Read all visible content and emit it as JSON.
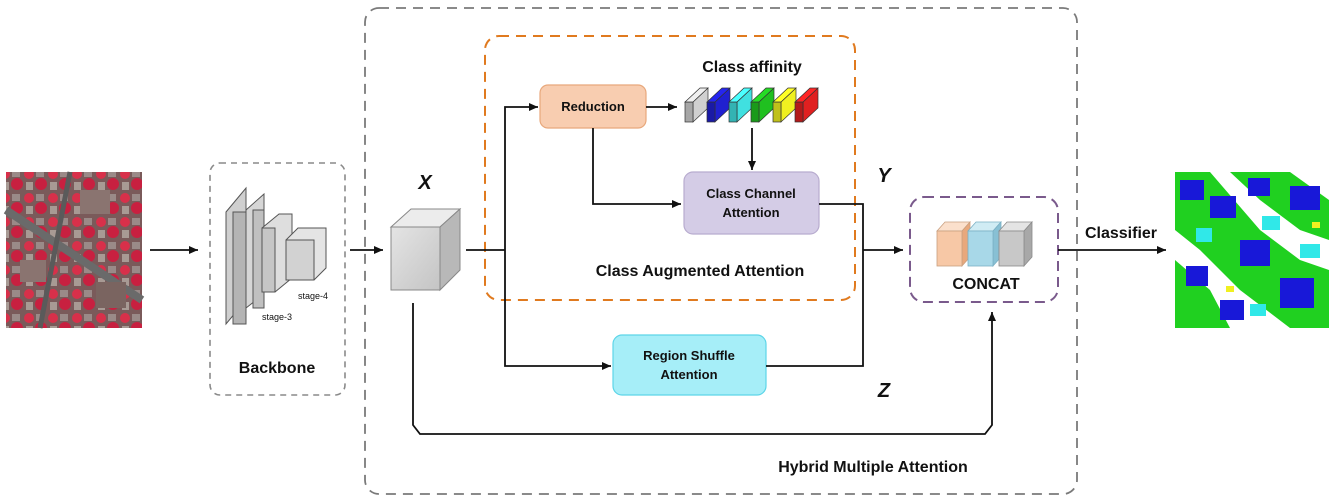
{
  "labels": {
    "backbone": "Backbone",
    "stage3": "stage-3",
    "stage4": "stage-4",
    "x": "X",
    "y": "Y",
    "z": "Z",
    "reduction": "Reduction",
    "class_affinity": "Class affinity",
    "class_channel_attention_1": "Class Channel",
    "class_channel_attention_2": "Attention",
    "class_augmented_attention": "Class Augmented Attention",
    "region_shuffle_1": "Region Shuffle",
    "region_shuffle_2": "Attention",
    "concat": "CONCAT",
    "classifier": "Classifier",
    "hybrid_multiple_attention": "Hybrid Multiple Attention"
  },
  "colors": {
    "reduction_fill": "#f8cdb0",
    "reduction_stroke": "#e8a87c",
    "cca_fill": "#d4cce6",
    "cca_stroke": "#b8accf",
    "rsa_fill": "#a6eef8",
    "rsa_stroke": "#5dd5e8",
    "caa_border": "#e07a1f",
    "concat_border": "#7a5a8c",
    "outer_border": "#7a7a7a",
    "concat_orange": "#f7c8a6",
    "concat_blue": "#a8d8e8",
    "concat_gray": "#c8c8c8"
  },
  "affinity_colors": [
    "#d0d0d0",
    "#2020d0",
    "#40e0e0",
    "#20c020",
    "#f0f020",
    "#e02020"
  ]
}
